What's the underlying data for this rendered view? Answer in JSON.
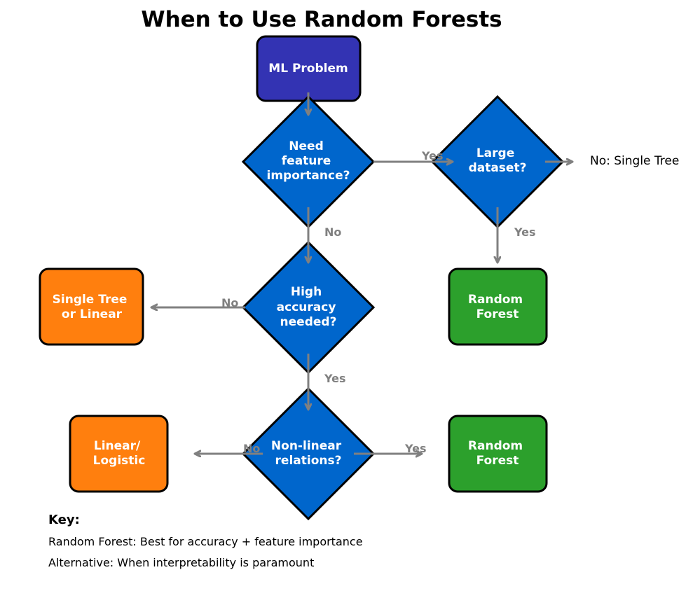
{
  "title": "When to Use Random Forests",
  "colors": {
    "start": "#3333b3",
    "decision": "#0066cc",
    "alternative": "#ff7f0e",
    "random_forest": "#2ca02c",
    "arrow": "#808080",
    "outline": "#000000"
  },
  "nodes": {
    "start": {
      "lines": [
        "ML Problem"
      ]
    },
    "q_feature": {
      "lines": [
        "Need",
        "feature",
        "importance?"
      ]
    },
    "q_large": {
      "lines": [
        "Large",
        "dataset?"
      ]
    },
    "q_accuracy": {
      "lines": [
        "High",
        "accuracy",
        "needed?"
      ]
    },
    "q_nonlinear": {
      "lines": [
        "Non-linear",
        "relations?"
      ]
    },
    "rf_top": {
      "lines": [
        "Random",
        "Forest"
      ]
    },
    "rf_bottom": {
      "lines": [
        "Random",
        "Forest"
      ]
    },
    "single_linear": {
      "lines": [
        "Single Tree",
        "or Linear"
      ]
    },
    "linear_logistic": {
      "lines": [
        "Linear/",
        "Logistic"
      ]
    }
  },
  "edge_labels": {
    "feature_yes": "Yes",
    "feature_no": "No",
    "large_yes": "Yes",
    "accuracy_no": "No",
    "accuracy_yes": "Yes",
    "nonlinear_no": "No",
    "nonlinear_yes": "Yes"
  },
  "side_note": "No: Single Tree",
  "key": {
    "title": "Key:",
    "lines": [
      "Random Forest: Best for accuracy + feature importance",
      "Alternative: When interpretability is paramount"
    ]
  }
}
